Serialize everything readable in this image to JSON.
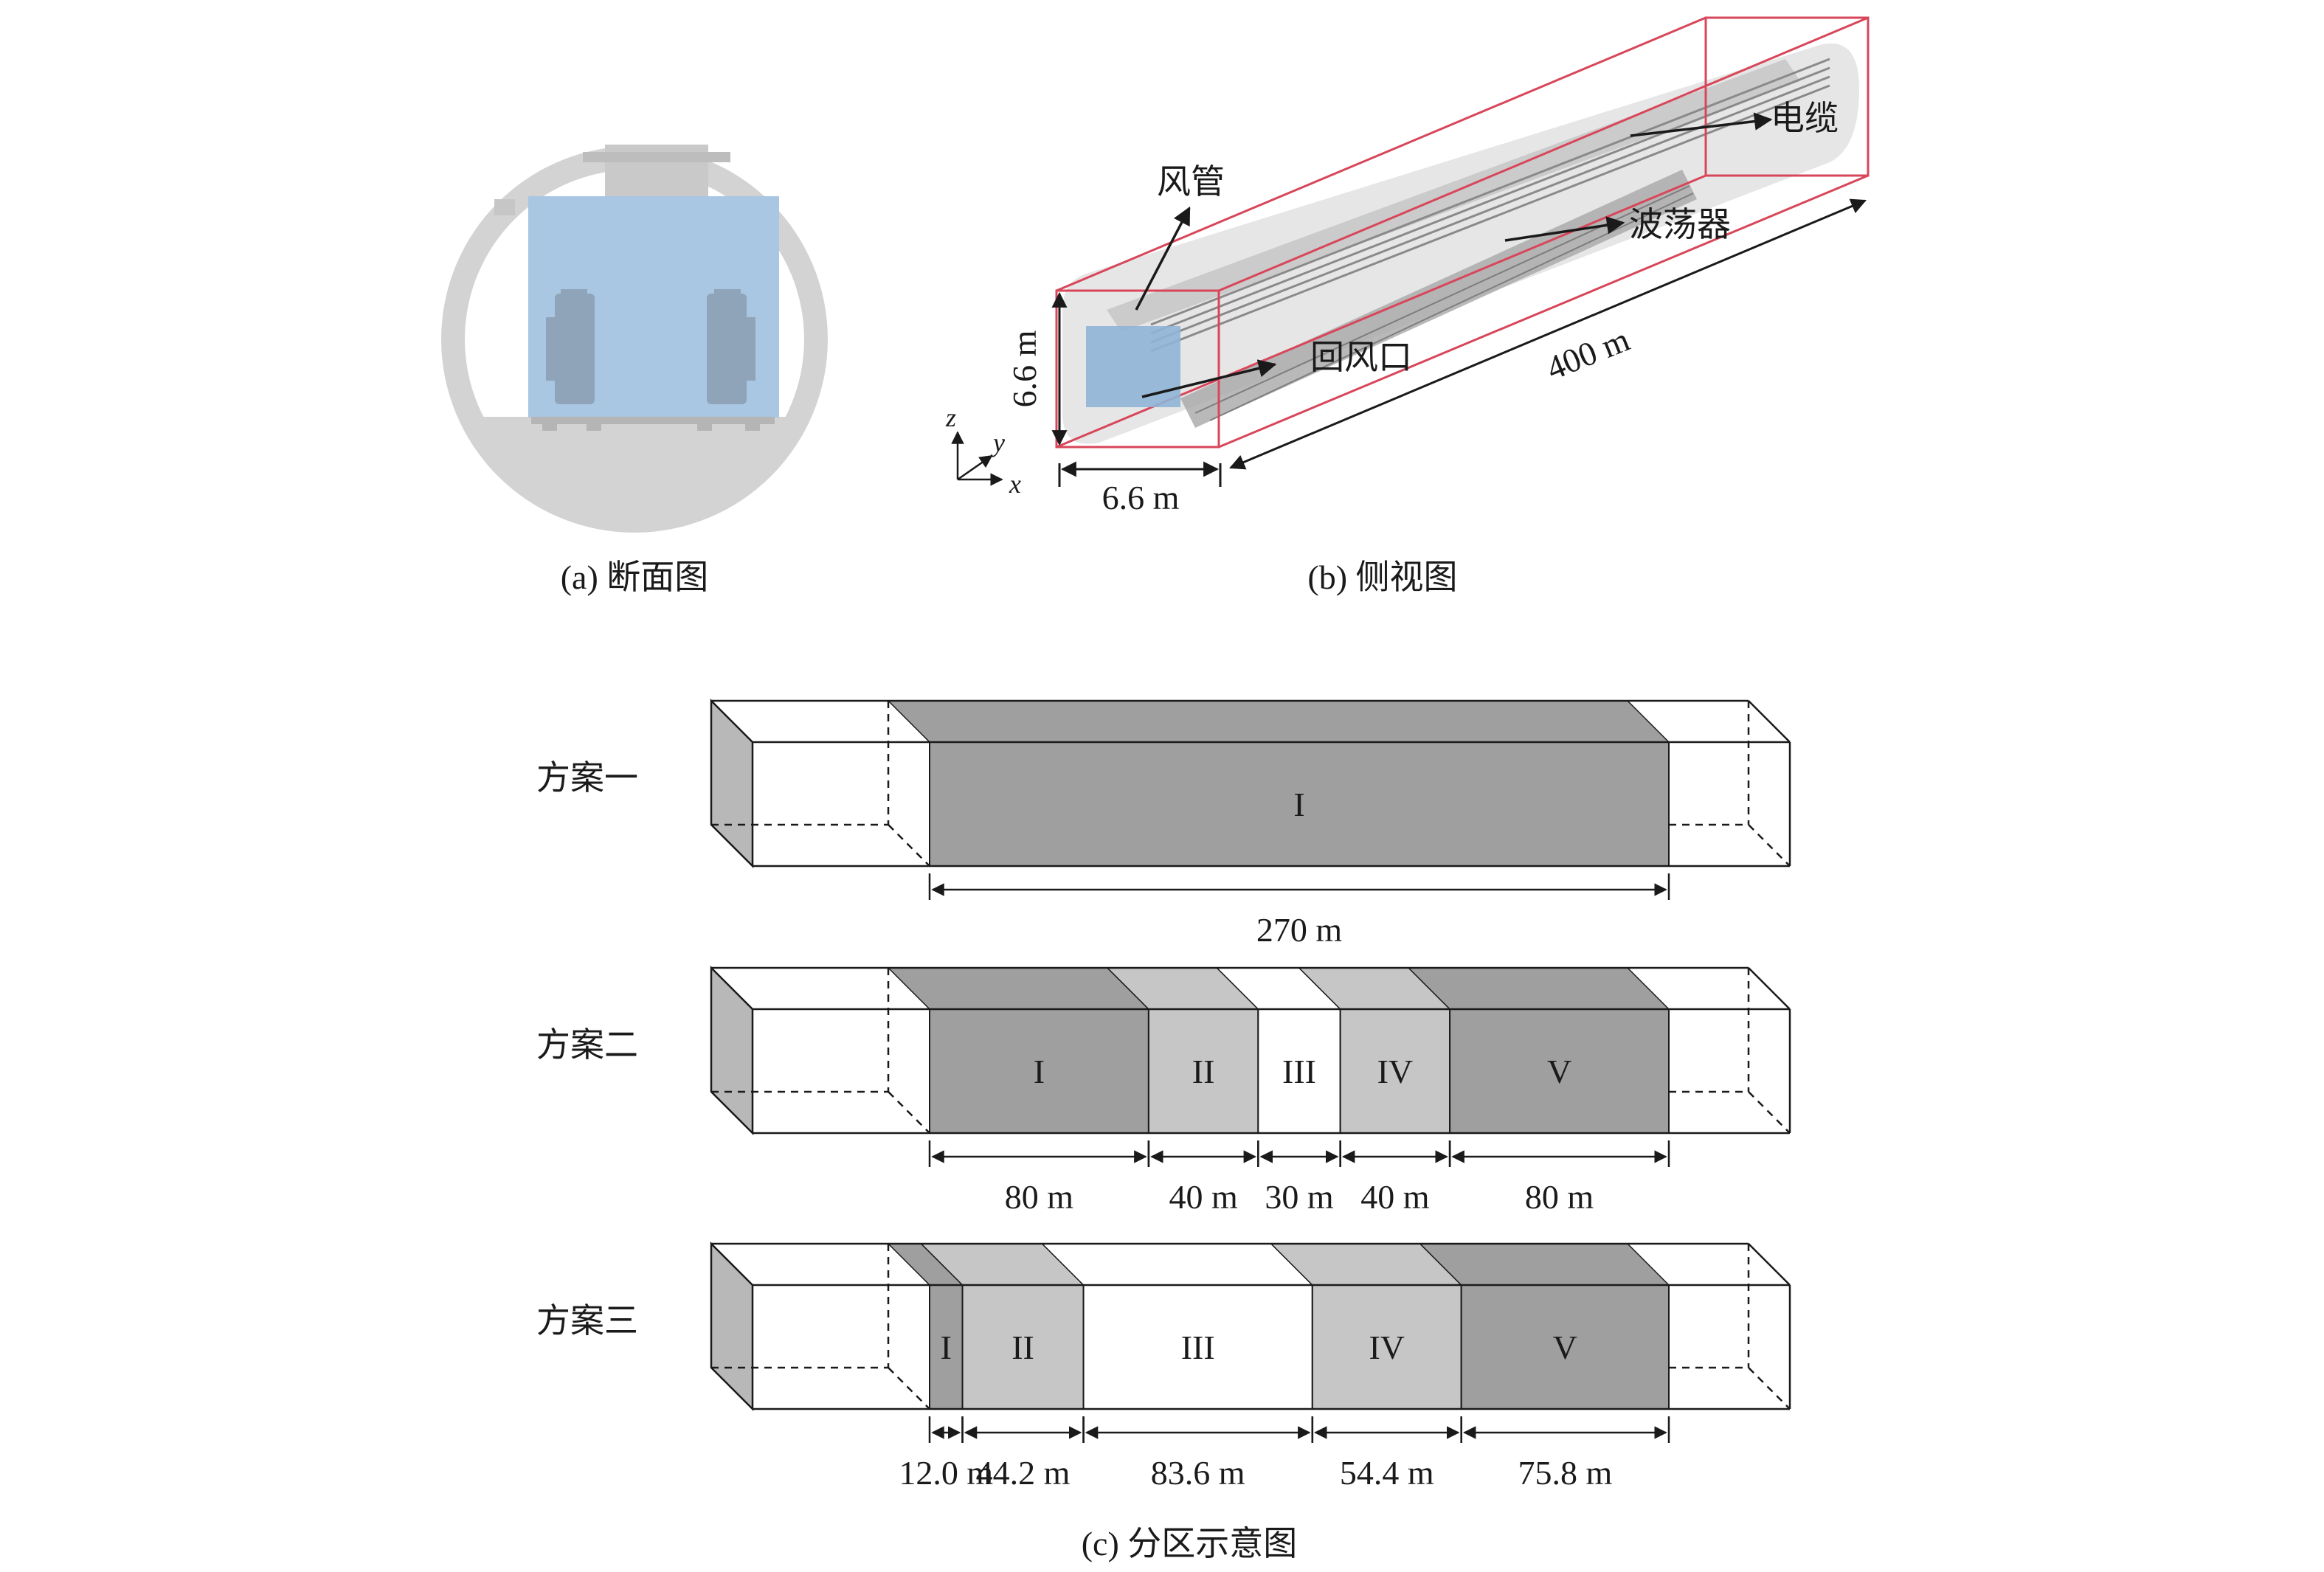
{
  "captions": {
    "a": "(a) 断面图",
    "b": "(b) 侧视图",
    "c": "(c) 分区示意图"
  },
  "side_view": {
    "labels": {
      "duct": "风管",
      "cable": "电缆",
      "undulator": "波荡器",
      "return_air": "回风口"
    },
    "dims": {
      "height": "6.6 m",
      "width": "6.6 m",
      "length": "400 m"
    },
    "axes": {
      "z": "z",
      "y": "y",
      "x": "x"
    }
  },
  "schemes": [
    {
      "name": "方案一",
      "zones": [
        {
          "label": "I",
          "length": 270,
          "length_label": "270 m",
          "shade": "dark"
        }
      ]
    },
    {
      "name": "方案二",
      "zones": [
        {
          "label": "I",
          "length": 80,
          "length_label": "80 m",
          "shade": "dark"
        },
        {
          "label": "II",
          "length": 40,
          "length_label": "40 m",
          "shade": "light"
        },
        {
          "label": "III",
          "length": 30,
          "length_label": "30 m",
          "shade": "white"
        },
        {
          "label": "IV",
          "length": 40,
          "length_label": "40 m",
          "shade": "light"
        },
        {
          "label": "V",
          "length": 80,
          "length_label": "80 m",
          "shade": "dark"
        }
      ]
    },
    {
      "name": "方案三",
      "zones": [
        {
          "label": "I",
          "length": 12.0,
          "length_label": "12.0 m",
          "shade": "dark"
        },
        {
          "label": "II",
          "length": 44.2,
          "length_label": "44.2 m",
          "shade": "light"
        },
        {
          "label": "III",
          "length": 83.6,
          "length_label": "83.6 m",
          "shade": "white"
        },
        {
          "label": "IV",
          "length": 54.4,
          "length_label": "54.4 m",
          "shade": "light"
        },
        {
          "label": "V",
          "length": 75.8,
          "length_label": "75.8 m",
          "shade": "dark"
        }
      ]
    }
  ],
  "colors": {
    "dark": "#a09fa0",
    "light": "#c6c6c6",
    "white": "#ffffff",
    "tunnel_ring": "#d3d3d3",
    "duct_blue": "#8fb4d6",
    "box_red": "#d8465a",
    "line": "#1a1a1a"
  }
}
